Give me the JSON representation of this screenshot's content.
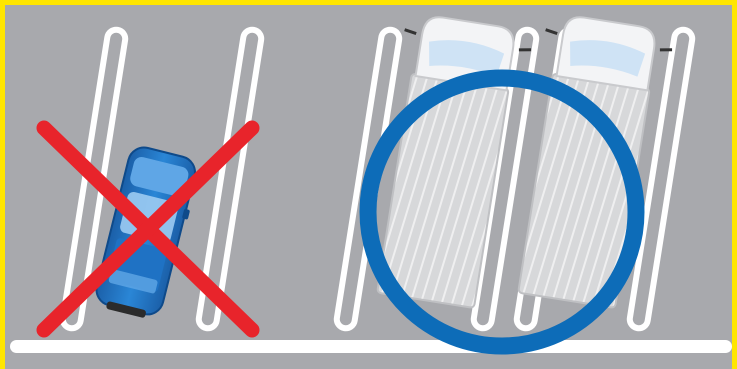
{
  "scene": {
    "icon": "parking-guide-illustration",
    "colors": {
      "border": "#FFE600",
      "asphalt": "#A8A9AD",
      "line_fill": "#A8A9AD",
      "line_stroke": "#FFFFFF",
      "car_body": "#1D6FC0",
      "truck_cargo": "#D5D6D8",
      "truck_cab": "#F3F4F6",
      "wrong_mark": "#E8242B",
      "correct_mark": "#0D6CB8"
    },
    "wrong_example": {
      "icon": "blue-car-parked-crooked",
      "mark_icon": "red-x-icon",
      "meaning": "incorrect"
    },
    "correct_example": {
      "icon": "two-trucks-parked-within-lines",
      "mark_icon": "blue-circle-icon",
      "meaning": "correct"
    }
  }
}
